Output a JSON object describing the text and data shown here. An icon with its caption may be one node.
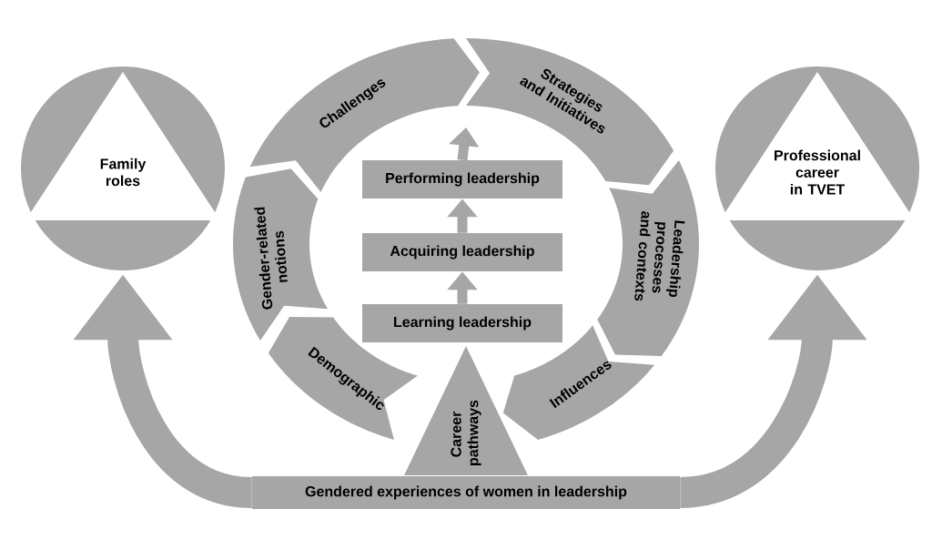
{
  "diagram": {
    "nodes": [
      {
        "text": [
          "Family roles"
        ]
      },
      {
        "text": [
          "Challenges"
        ]
      },
      {
        "text": [
          "Strategies and Initiatives"
        ]
      },
      {
        "text": [
          "Professional career in TVET"
        ]
      },
      {
        "text": [
          "Gender-related notions"
        ]
      },
      {
        "text": [
          "Performing leadership"
        ]
      },
      {
        "text": [
          "Leadership processes and contexts"
        ]
      },
      {
        "text": [
          "Acquiring leadership"
        ]
      },
      {
        "text": [
          "Learning leadership"
        ]
      },
      {
        "text": [
          "Demographic"
        ]
      },
      {
        "text": [
          "Career pathways"
        ]
      },
      {
        "text": [
          "Influences"
        ]
      },
      {
        "text": [
          "Gendered experiences of women in leadership"
        ]
      }
    ],
    "edges": [
      {
        "from": 8,
        "to": 7,
        "arrow": "to"
      },
      {
        "from": 7,
        "to": 5,
        "arrow": "to"
      },
      {
        "from": 5,
        "to": null,
        "arrow": "to"
      },
      {
        "from": 12,
        "to": 0,
        "arrow": "to",
        "style": "thick"
      },
      {
        "from": 12,
        "to": 3,
        "arrow": "to",
        "style": "thick"
      }
    ]
  }
}
